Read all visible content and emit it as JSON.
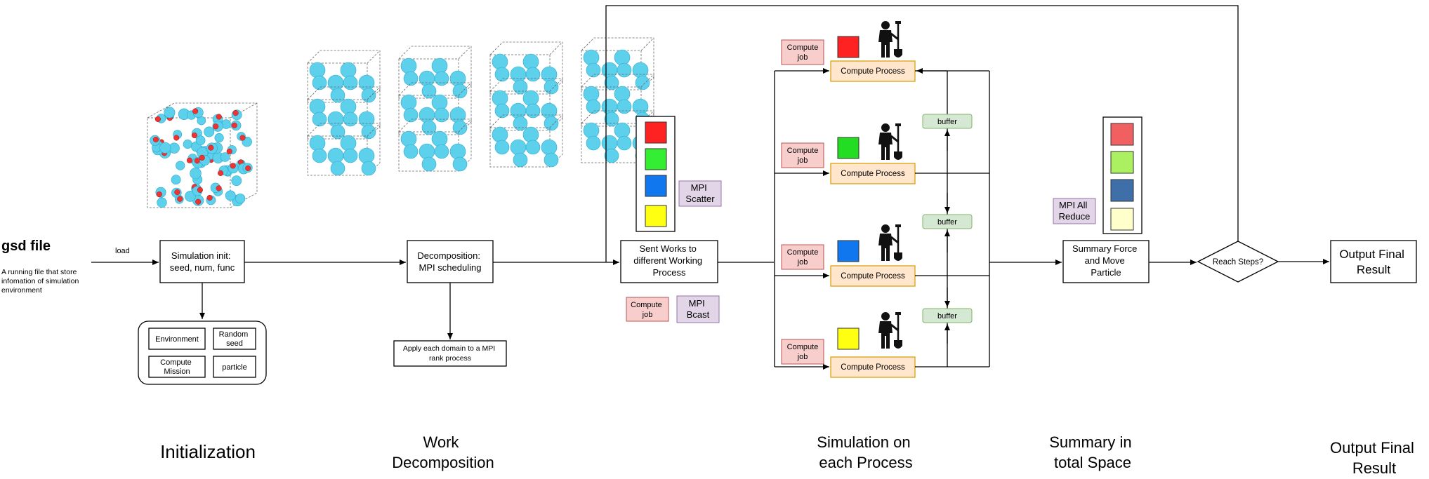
{
  "gsd": {
    "title": "gsd file",
    "desc": [
      "A running file that store",
      "infomation of simulation",
      "environment"
    ],
    "load_label": "load"
  },
  "init": {
    "box": [
      "Simulation init:",
      "seed, num, func"
    ],
    "items": [
      "Environment",
      "Random",
      "seed",
      "Compute",
      "Mission",
      "particle"
    ]
  },
  "decomp": {
    "box": [
      "Decomposition:",
      "MPI scheduling"
    ],
    "apply": [
      "Apply each domain to a MPI",
      "rank process"
    ]
  },
  "sent": {
    "box": [
      "Sent Works to",
      "different Working",
      "Process"
    ],
    "compute_job": [
      "Compute",
      "job"
    ],
    "mpi_scatter": [
      "MPI",
      "Scatter"
    ],
    "mpi_bcast": [
      "MPI",
      "Bcast"
    ]
  },
  "processes": [
    {
      "job": [
        "Compute",
        "job"
      ],
      "label": "Compute Process",
      "color": "#ff2222"
    },
    {
      "job": [
        "Compute",
        "job"
      ],
      "label": "Compute Process",
      "color": "#22dd22"
    },
    {
      "job": [
        "Compute",
        "job"
      ],
      "label": "Compute Process",
      "color": "#1177ee"
    },
    {
      "job": [
        "Compute",
        "job"
      ],
      "label": "Compute Process",
      "color": "#ffff11"
    }
  ],
  "buffers": [
    "buffer",
    "buffer",
    "buffer"
  ],
  "scatter_colors": [
    "#ff2222",
    "#33ee33",
    "#1177ee",
    "#ffff11"
  ],
  "summary": {
    "box": [
      "Summary Force",
      "and Move",
      "Particle"
    ],
    "mpi_allreduce": [
      "MPI All",
      "Reduce"
    ],
    "colors": [
      "#f06060",
      "#aaf060",
      "#3f6fa8",
      "#ffffcc"
    ]
  },
  "reach": "Reach Steps?",
  "output": {
    "box": [
      "Output Final",
      "Result"
    ]
  },
  "stages": {
    "initialization": [
      "Initialization"
    ],
    "work_decomposition": [
      "Work",
      "Decomposition"
    ],
    "simulation": [
      "Simulation on",
      "each Process"
    ],
    "summary": [
      "Summary in",
      "total Space"
    ],
    "output": [
      "Output Final",
      "Result"
    ]
  }
}
